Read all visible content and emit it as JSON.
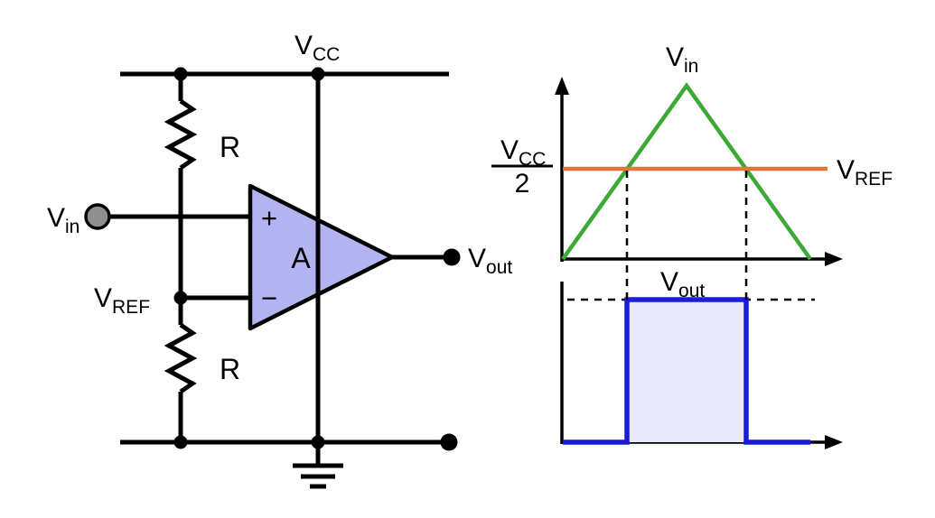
{
  "palette": {
    "wire_color": "#000000",
    "opamp_fill": "#b2b5f1",
    "input_terminal_fill": "#8f8f8f",
    "vin_wave_color": "#3aaa35",
    "vref_line_color": "#e2753d",
    "vout_wave_color": "#1b1bdb",
    "vout_pulse_fill": "#e9e9fb"
  },
  "circuit": {
    "vcc_label": {
      "base": "V",
      "sub": "CC"
    },
    "vin_label": {
      "base": "V",
      "sub": "in"
    },
    "vref_label": {
      "base": "V",
      "sub": "REF"
    },
    "vout_label": {
      "base": "V",
      "sub": "out"
    },
    "resistor_top_label": "R",
    "resistor_bottom_label": "R",
    "opamp": {
      "gain_label": "A",
      "noninverting_label": "+",
      "inverting_label": "−"
    }
  },
  "plots": {
    "vin_plot": {
      "signal_label": {
        "base": "V",
        "sub": "in"
      },
      "reference_label": {
        "base": "V",
        "sub": "REF"
      },
      "threshold_label": {
        "numerator_base": "V",
        "numerator_sub": "CC",
        "denominator": "2"
      }
    },
    "vout_plot": {
      "signal_label": {
        "base": "V",
        "sub": "out"
      }
    }
  }
}
